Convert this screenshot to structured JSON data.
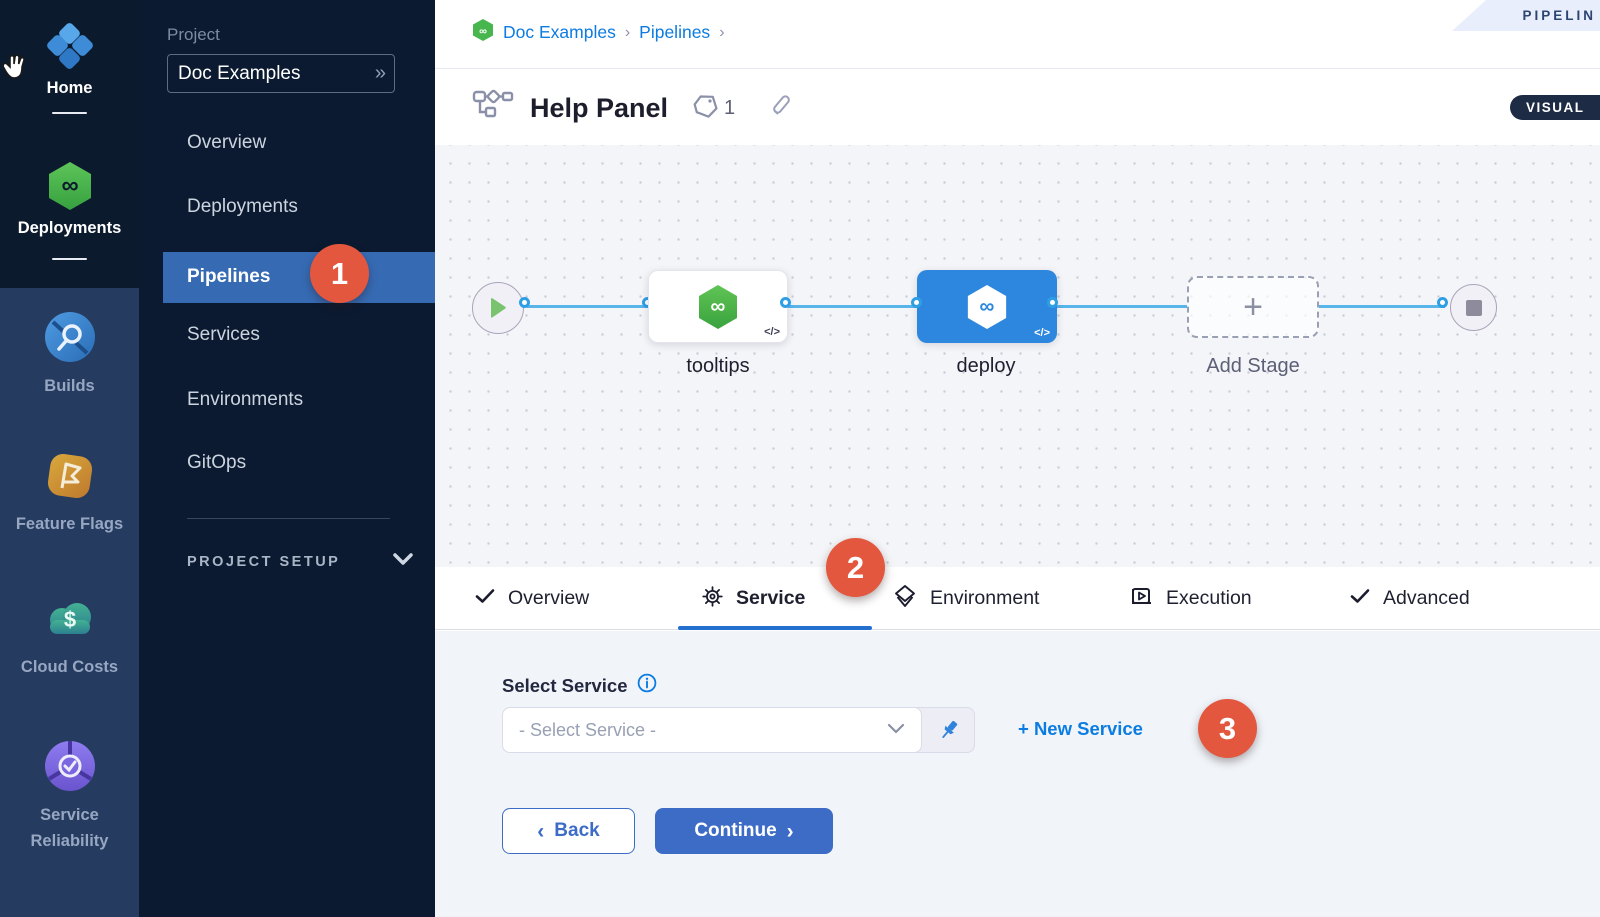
{
  "colors": {
    "accent_blue": "#0b7ce2",
    "primary_button_blue": "#3d6cc7",
    "callout_red": "#e3573f",
    "node_blue": "#2e87de",
    "harness_green": "#42b24a",
    "sidebar_active_blue": "#366bb4",
    "sidebar_dark": "#0c1a2d",
    "sidebar_light": "#253b60"
  },
  "rail": {
    "items": [
      {
        "label": "Home",
        "icon": "home-icon"
      },
      {
        "label": "Deployments",
        "icon": "deployments-icon"
      },
      {
        "label": "Builds",
        "icon": "builds-icon"
      },
      {
        "label": "Feature Flags",
        "icon": "feature-flags-icon"
      },
      {
        "label": "Cloud Costs",
        "icon": "cloud-costs-icon"
      },
      {
        "label": "Service Reliability",
        "icon": "service-reliability-icon"
      }
    ]
  },
  "project_nav": {
    "section_label": "Project",
    "project_name": "Doc Examples",
    "items": [
      "Overview",
      "Deployments",
      "Pipelines",
      "Services",
      "Environments",
      "GitOps"
    ],
    "active_item": "Pipelines",
    "setup_label": "PROJECT SETUP"
  },
  "header": {
    "breadcrumb": [
      "Doc Examples",
      "Pipelines"
    ],
    "banner_label": "PIPELIN",
    "title": "Help Panel",
    "tag_count": "1",
    "mode_label": "VISUAL"
  },
  "canvas": {
    "nodes": [
      {
        "label": "tooltips",
        "code_badge": "</>"
      },
      {
        "label": "deploy",
        "code_badge": "</>"
      },
      {
        "label": "Add Stage"
      }
    ]
  },
  "tabs": [
    {
      "label": "Overview"
    },
    {
      "label": "Service",
      "active": true
    },
    {
      "label": "Environment"
    },
    {
      "label": "Execution"
    },
    {
      "label": "Advanced"
    }
  ],
  "form": {
    "label": "Select Service",
    "dropdown_value": "- Select Service -",
    "new_service_label": "+ New Service",
    "back_label": "Back",
    "continue_label": "Continue"
  },
  "callouts": {
    "step1": "1",
    "step2": "2",
    "step3": "3"
  }
}
